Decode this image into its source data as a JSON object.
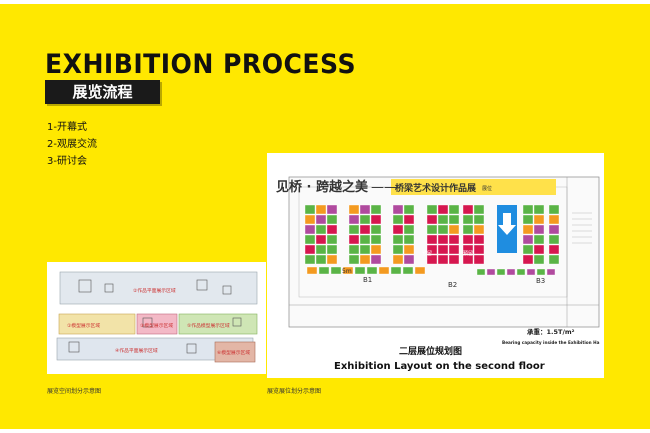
{
  "title": "EXHIBITION PROCESS",
  "subtitle": "展览流程",
  "process_items": [
    "1-开幕式",
    "2-观展交流",
    "3-研讨会"
  ],
  "left_plan": {
    "zones": [
      {
        "label": "②作品平面展示区域"
      },
      {
        "label": "①模型展示区域"
      },
      {
        "label": "③模型展示区域"
      },
      {
        "label": "⑤作品模型展示区域"
      },
      {
        "label": "④作品平面展示区域"
      },
      {
        "label": "⑥模型展示区域"
      }
    ],
    "caption": "展览空间划分示意图"
  },
  "right_plan": {
    "banner_title": "见桥 · 跨越之美",
    "banner_dash": "——",
    "banner_subtitle": "桥梁艺术设计作品展",
    "banner_small": "展位",
    "booth_label": "预留",
    "zone_labels": {
      "b1": "B1",
      "b2": "B2",
      "b3": "B3",
      "scale": "5m"
    },
    "load_text": "承重：1.5T/m²",
    "load_english": "Bearing capacity inside the Exhibition Ha",
    "floor_cn": "二层展位规划图",
    "floor_en": "Exhibition Layout on the second floor",
    "caption": "展览展位划分示意图"
  },
  "colors": {
    "background": "#ffe800",
    "booth_green": "#5ab446",
    "booth_red": "#d6174f",
    "booth_purple": "#b04a9e",
    "booth_orange": "#f39a20",
    "arrow_blue": "#1f8de0"
  }
}
